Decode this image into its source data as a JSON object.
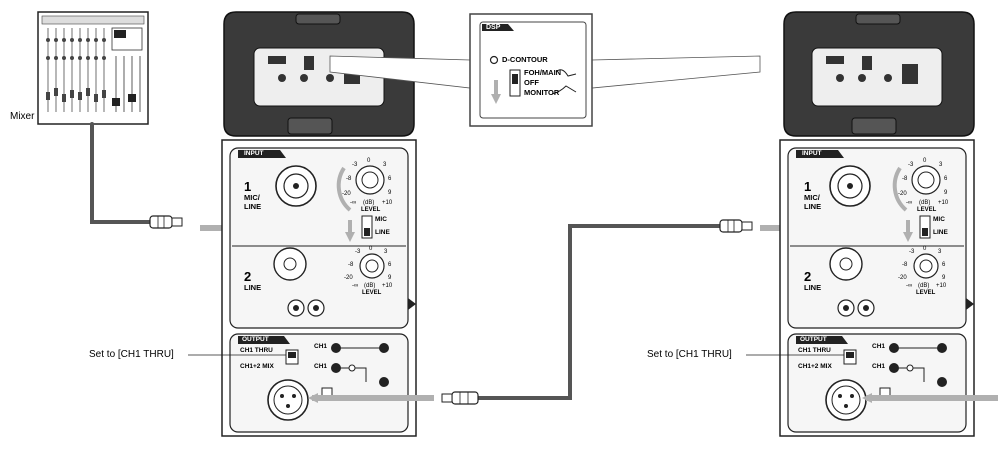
{
  "labels": {
    "mixer": "Mixer",
    "set_to_left": "Set to [CH1 THRU]",
    "set_to_right": "Set to [CH1 THRU]"
  },
  "dsp_callout": {
    "title": "DSP",
    "d_contour": "D-CONTOUR",
    "foh_main": "FOH/MAIN",
    "off": "OFF",
    "monitor": "MONITOR"
  },
  "panel": {
    "input_header": "INPUT",
    "ch1_number": "1",
    "ch1_label_line1": "MIC/",
    "ch1_label_line2": "LINE",
    "ch2_number": "2",
    "ch2_label": "LINE",
    "knob_scale_minus3": "-3",
    "knob_scale_minus8": "-8",
    "knob_scale_minus20": "-20",
    "knob_scale_inf": "-∞",
    "knob_scale_0": "0",
    "knob_scale_3": "3",
    "knob_scale_6": "6",
    "knob_scale_9": "9",
    "knob_scale_plus10": "+10",
    "knob_unit": "(dB)",
    "knob_level": "LEVEL",
    "switch_mic": "MIC",
    "switch_line": "LINE",
    "output_header": "OUTPUT",
    "ch1_thru": "CH1 THRU",
    "ch12_mix": "CH1+2 MIX",
    "ch1_route_a": "CH1",
    "ch1_route_b": "CH1"
  },
  "colors": {
    "signal_arrow": "#b0b0b0",
    "cable": "#555555",
    "panel_fill": "#f6f6f6",
    "speaker_body": "#3a3a3a"
  }
}
